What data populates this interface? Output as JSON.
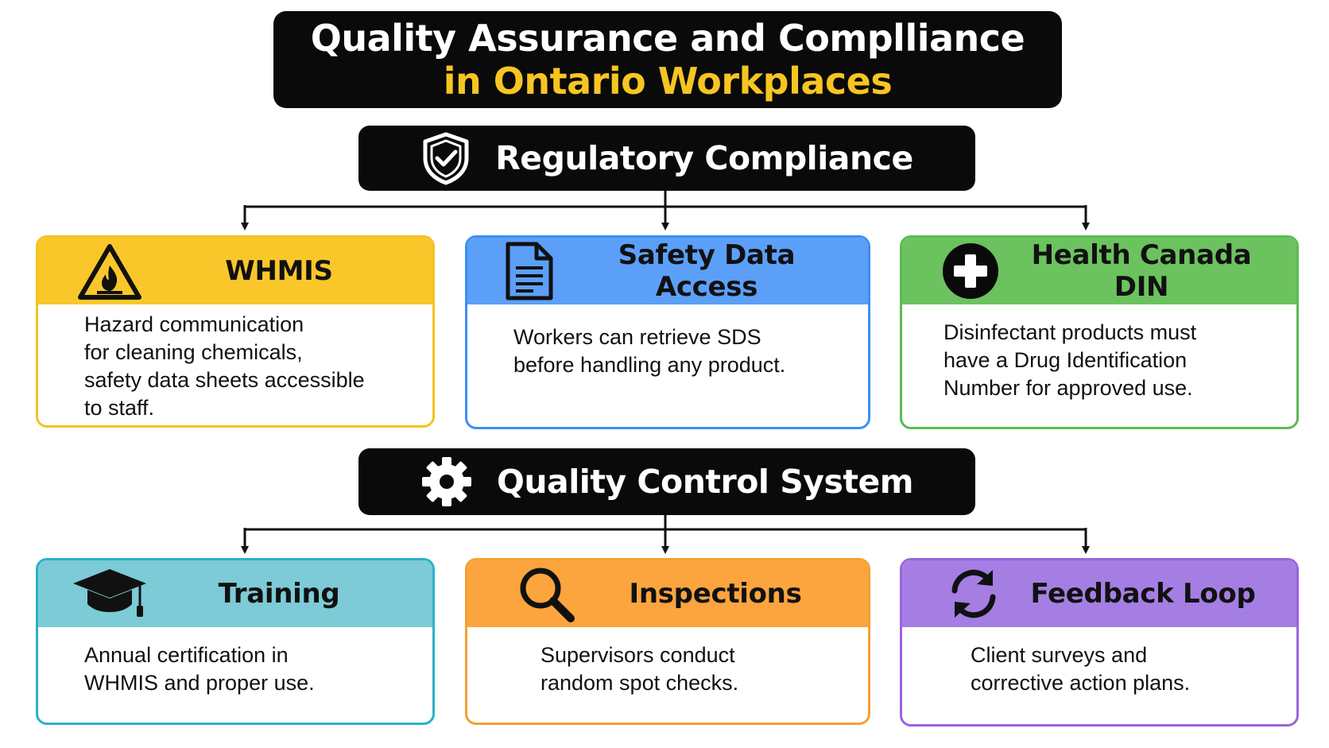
{
  "title": {
    "line1": "Quality Assurance and Complliance",
    "line2": "in Ontario Workplaces",
    "line2_color": "#f7c522"
  },
  "sections": {
    "regulatory": {
      "label": "Regulatory Compliance",
      "icon": "shield-check-icon",
      "cards": [
        {
          "title": "WHMIS",
          "icon": "hazard-flame-icon",
          "color": "#f9c72a",
          "lines": [
            "Hazard communication",
            "for cleaning chemicals,",
            "safety data sheets accessible",
            "to staff."
          ]
        },
        {
          "title": "Safety Data Access",
          "icon": "document-icon",
          "color": "#5c9ff8",
          "lines": [
            "Workers can retrieve SDS",
            "before handling any product."
          ]
        },
        {
          "title": "Health Canada DIN",
          "icon": "medical-cross-icon",
          "color": "#6cc25f",
          "lines": [
            "Disinfectant products must",
            "have a Drug Identification",
            "Number for approved use."
          ]
        }
      ]
    },
    "quality": {
      "label": "Quality Control System",
      "icon": "gear-icon",
      "cards": [
        {
          "title": "Training",
          "icon": "graduation-cap-icon",
          "color": "#7ccbd7",
          "lines": [
            "Annual certification in",
            "WHMIS and proper use."
          ]
        },
        {
          "title": "Inspections",
          "icon": "magnifier-icon",
          "color": "#fca43e",
          "lines": [
            "Supervisors conduct",
            "random spot checks."
          ]
        },
        {
          "title": "Feedback Loop",
          "icon": "refresh-cycle-icon",
          "color": "#a57ee4",
          "lines": [
            "Client surveys and",
            "corrective action plans."
          ]
        }
      ]
    }
  }
}
